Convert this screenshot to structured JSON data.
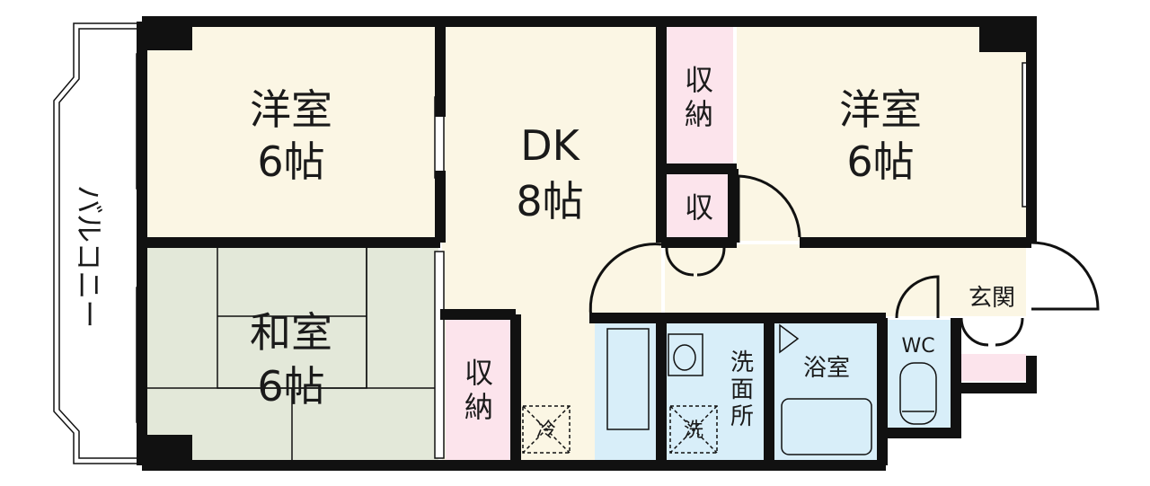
{
  "rooms": {
    "western_left": {
      "name": "洋室",
      "size": "6帖"
    },
    "western_right": {
      "name": "洋室",
      "size": "6帖"
    },
    "dining_kitchen": {
      "name": "DK",
      "size": "8帖"
    },
    "japanese": {
      "name": "和室",
      "size": "6帖"
    },
    "closet_top": {
      "line1": "収",
      "line2": "納"
    },
    "closet_small": {
      "label": "収"
    },
    "closet_bottom": {
      "line1": "収",
      "line2": "納"
    },
    "washroom": {
      "line1": "洗",
      "line2": "面",
      "line3": "所"
    },
    "bathroom": {
      "label": "浴室"
    },
    "toilet": {
      "label": "WC"
    },
    "entrance": {
      "label": "玄関"
    }
  },
  "balcony": {
    "label": "バルコニー"
  },
  "fixtures": {
    "fridge": "冷",
    "washer": "洗"
  },
  "colors": {
    "western": "#fbf6e4",
    "japanese": "#e3e8d9",
    "closet": "#fce4ec",
    "wet": "#d8eef9",
    "wall": "#111111"
  }
}
